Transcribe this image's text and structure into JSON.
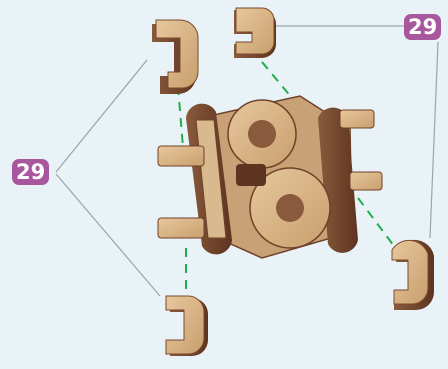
{
  "colors": {
    "background": "#e9f3f7",
    "badge": "#a8579e",
    "leader_line": "#9aa4aa",
    "guide_dash": "#1fae4a",
    "wood_face": "#d8b68a",
    "wood_edge": "#7a4a30",
    "wood_dark": "#5c3420"
  },
  "icons": {
    "part_shape": "c-clip-part",
    "assembly": "cube-assembly"
  },
  "callouts": {
    "left_part_number": "29",
    "right_part_number": "29"
  }
}
